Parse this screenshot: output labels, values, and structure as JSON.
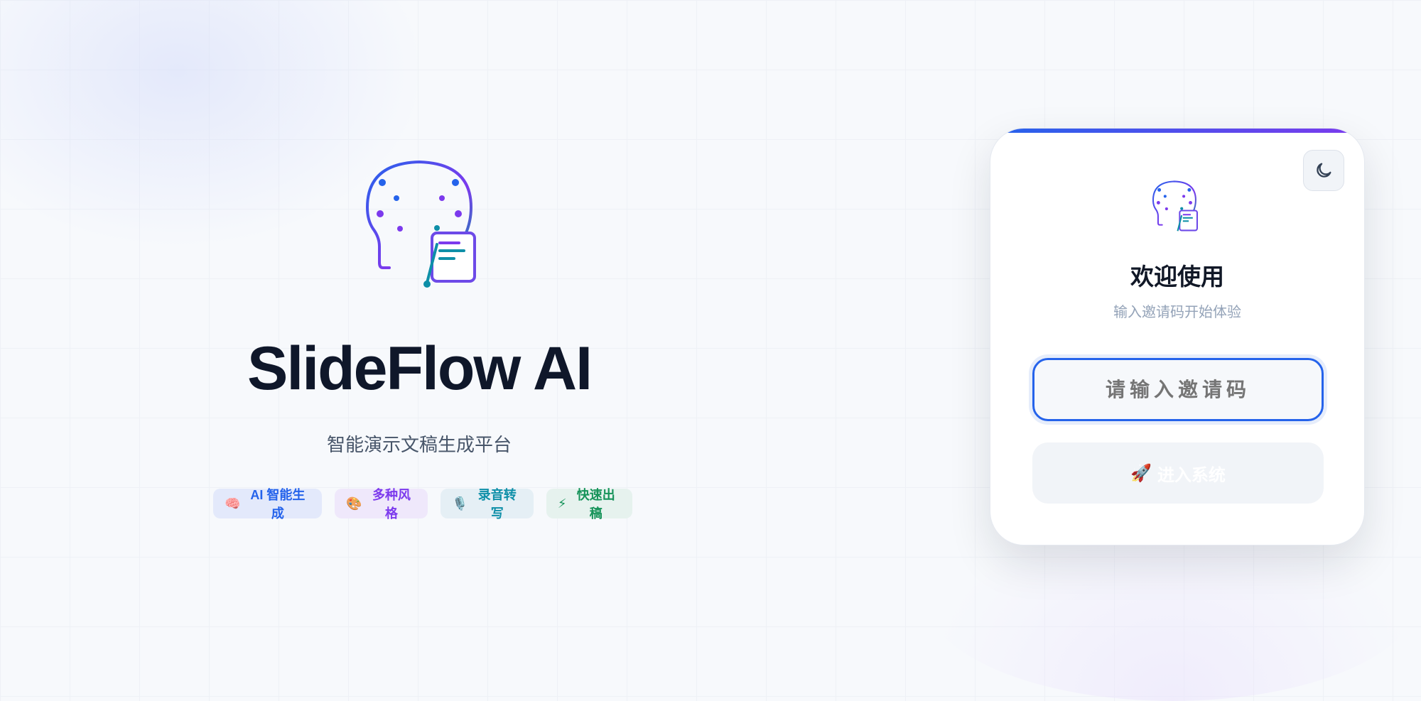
{
  "brand": {
    "title": "SlideFlow AI",
    "subtitle": "智能演示文稿生成平台"
  },
  "badges": [
    {
      "icon": "🧠",
      "label": "AI 智能生成",
      "bg": "#e3e9fb",
      "color": "#2563eb"
    },
    {
      "icon": "🎨",
      "label": "多种风格",
      "bg": "#efe8fb",
      "color": "#7c3aed"
    },
    {
      "icon": "🎙️",
      "label": "录音转写",
      "bg": "#e5eff5",
      "color": "#0e8fa8"
    },
    {
      "icon": "⚡",
      "label": "快速出稿",
      "bg": "#e6f2ee",
      "color": "#16935a"
    }
  ],
  "login": {
    "heading": "欢迎使用",
    "hint": "输入邀请码开始体验",
    "input_placeholder": "请输入邀请码",
    "input_value": "",
    "submit_icon": "🚀",
    "submit_label": "进入系统",
    "theme_toggle_icon": "moon-icon"
  },
  "colors": {
    "accent_blue": "#2563eb",
    "accent_purple": "#7c3aed",
    "teal": "#0e8fa8"
  }
}
